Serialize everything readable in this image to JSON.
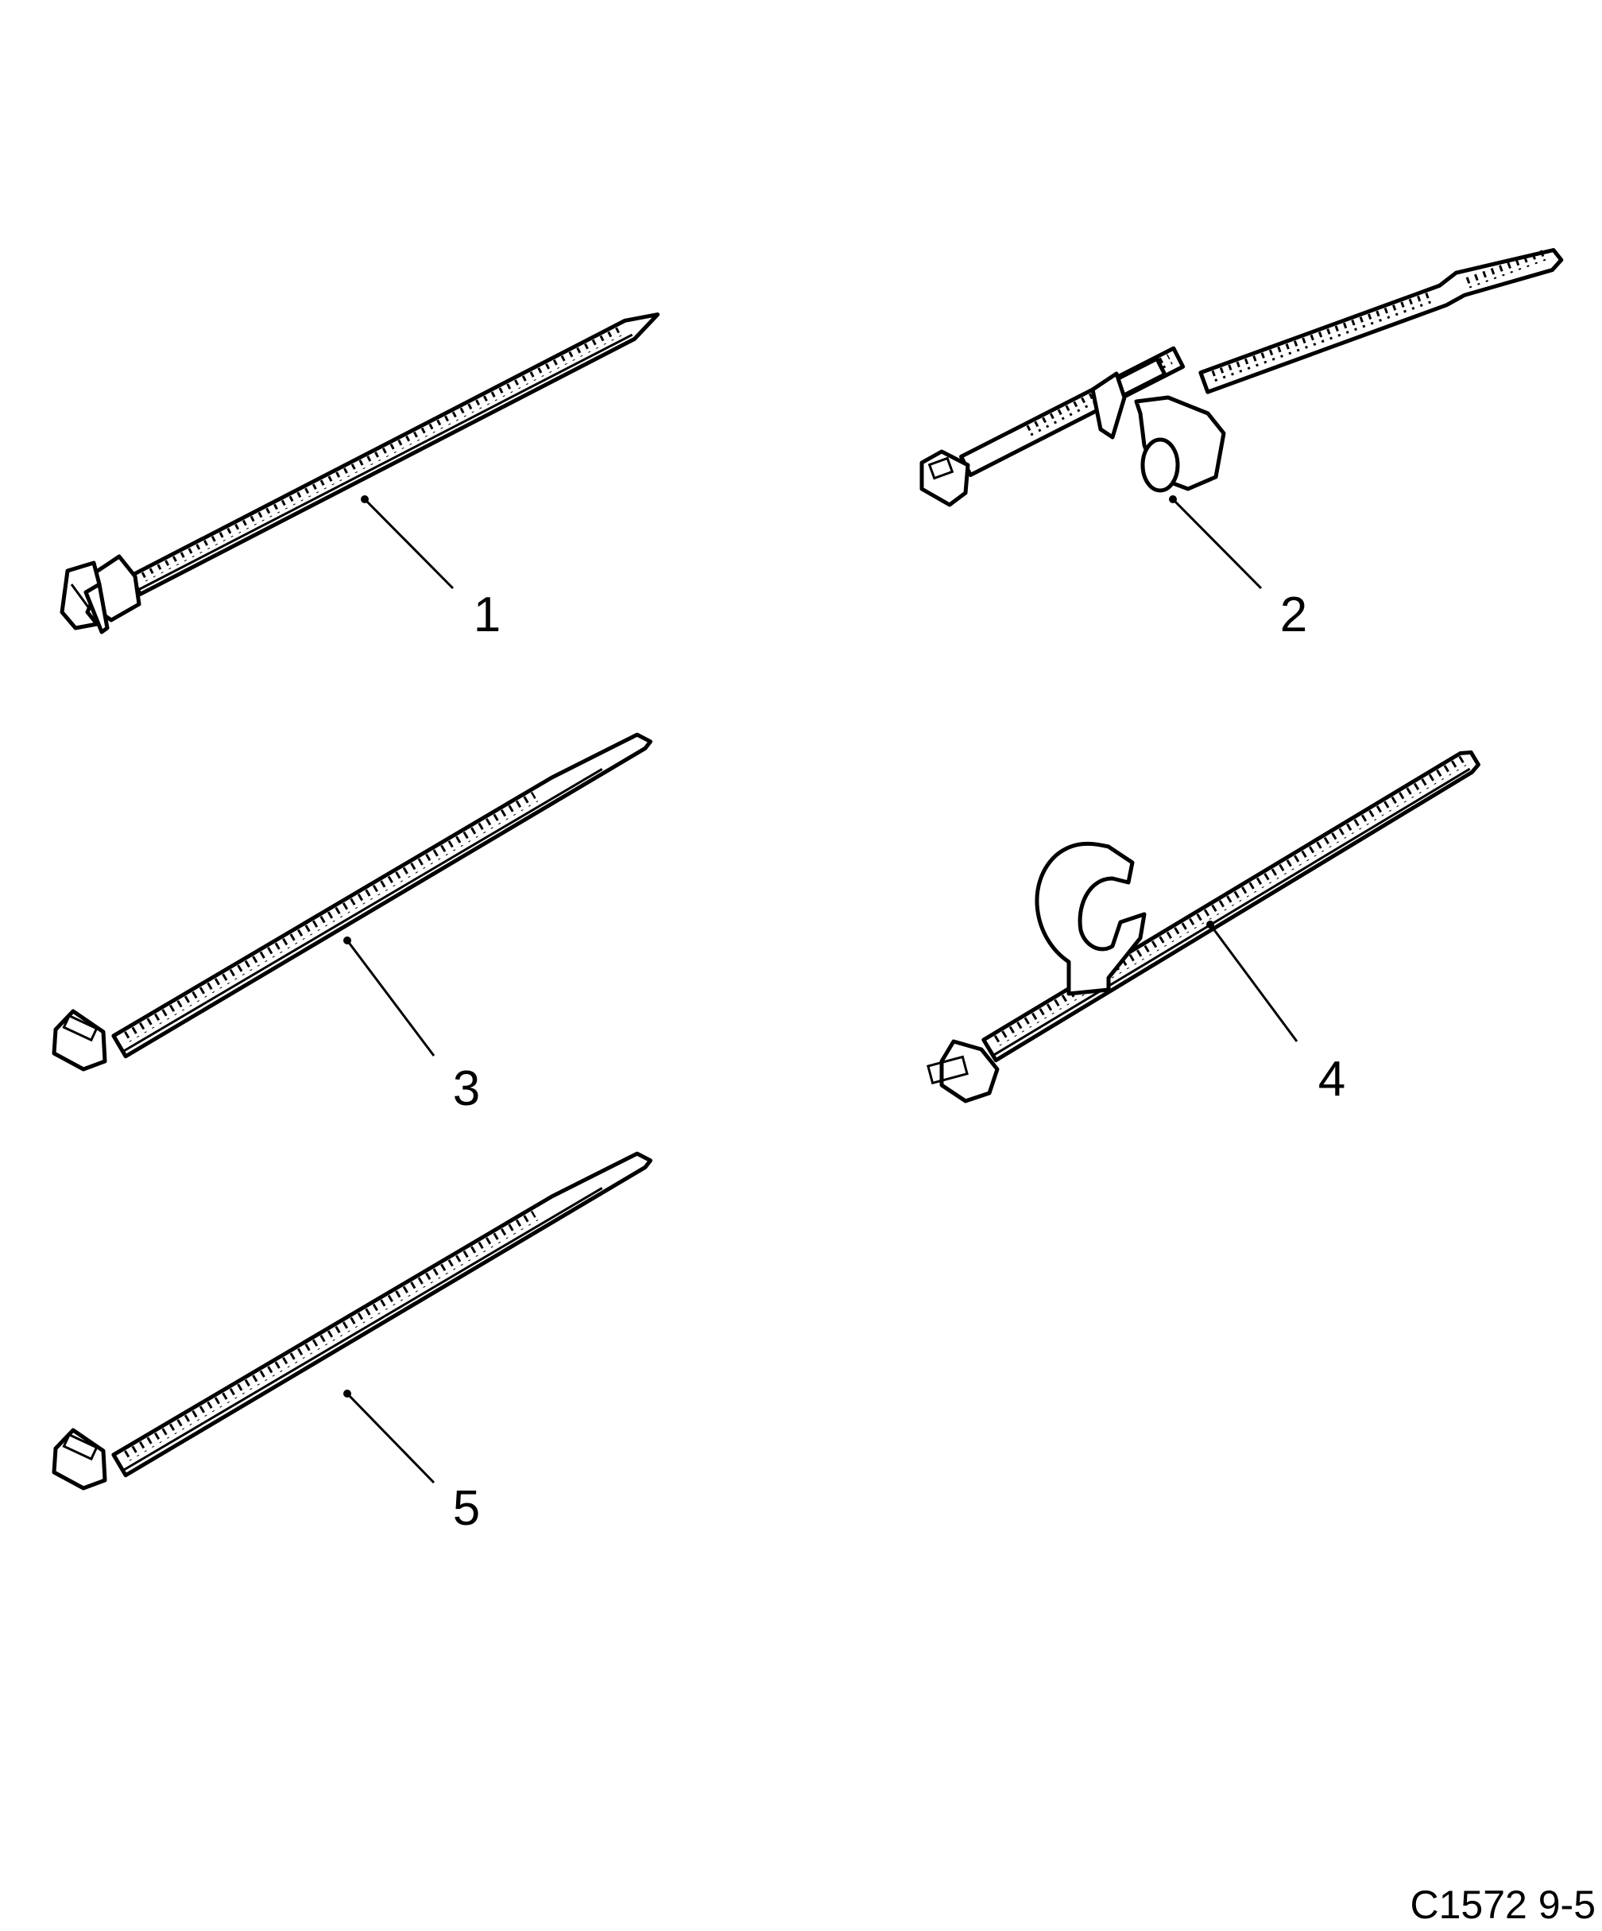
{
  "diagram": {
    "type": "parts-illustration",
    "subject": "cable ties",
    "background": "#ffffff",
    "line_color": "#000000",
    "figure_code": "C1572 9-5",
    "items": [
      {
        "callout": "1",
        "description": "cable tie with push-in fir-tree clip head"
      },
      {
        "callout": "2",
        "description": "cable tie with separate pipe clip saddle"
      },
      {
        "callout": "3",
        "description": "standard cable tie, long"
      },
      {
        "callout": "4",
        "description": "cable tie with integrated C-shaped pipe clip"
      },
      {
        "callout": "5",
        "description": "standard cable tie"
      }
    ]
  }
}
